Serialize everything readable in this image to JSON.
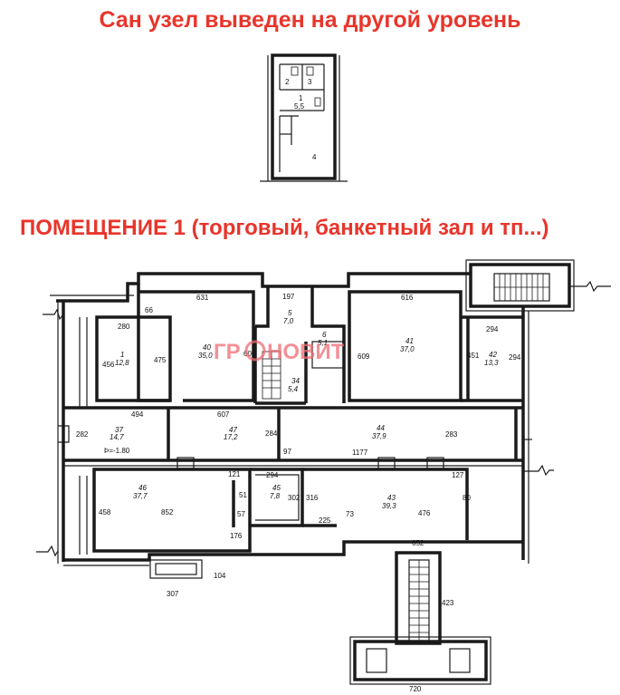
{
  "headings": {
    "sanitary": "Сан узел выведен на другой уровень",
    "premises": "ПОМЕЩЕНИЕ 1 (торговый, банкетный зал и тп...)"
  },
  "watermark": {
    "left": "ГР",
    "right": "НОВИТ"
  },
  "colors": {
    "heading": "#e8352b",
    "watermark": "#ef6b73",
    "walls": "#1a1a1a"
  },
  "small_plan": {
    "labels": [
      "2",
      "3",
      "1",
      "5,5",
      "4"
    ]
  },
  "rooms": [
    {
      "id": "1",
      "area": "12,8"
    },
    {
      "id": "40",
      "area": "35,0"
    },
    {
      "id": "5",
      "area": "7,0"
    },
    {
      "id": "6",
      "area": "5,1"
    },
    {
      "id": "34",
      "area": "5,4"
    },
    {
      "id": "41",
      "area": "37,0"
    },
    {
      "id": "42",
      "area": "13,3"
    },
    {
      "id": "37",
      "area": "14,7"
    },
    {
      "id": "47",
      "area": "17,2"
    },
    {
      "id": "44",
      "area": "37,9"
    },
    {
      "id": "46",
      "area": "37,7"
    },
    {
      "id": "45",
      "area": "7,8"
    },
    {
      "id": "43",
      "area": "39,3"
    }
  ],
  "dimensions": [
    "631",
    "66",
    "280",
    "456",
    "475",
    "197",
    "605",
    "616",
    "609",
    "451",
    "294",
    "294",
    "494",
    "607",
    "282",
    "284",
    "97",
    "1177",
    "283",
    "121",
    "294",
    "51",
    "302",
    "316",
    "127",
    "80",
    "458",
    "852",
    "57",
    "176",
    "225",
    "73",
    "476",
    "652",
    "104",
    "307",
    "423",
    "720"
  ],
  "level_mark": "Þ=-1.80"
}
